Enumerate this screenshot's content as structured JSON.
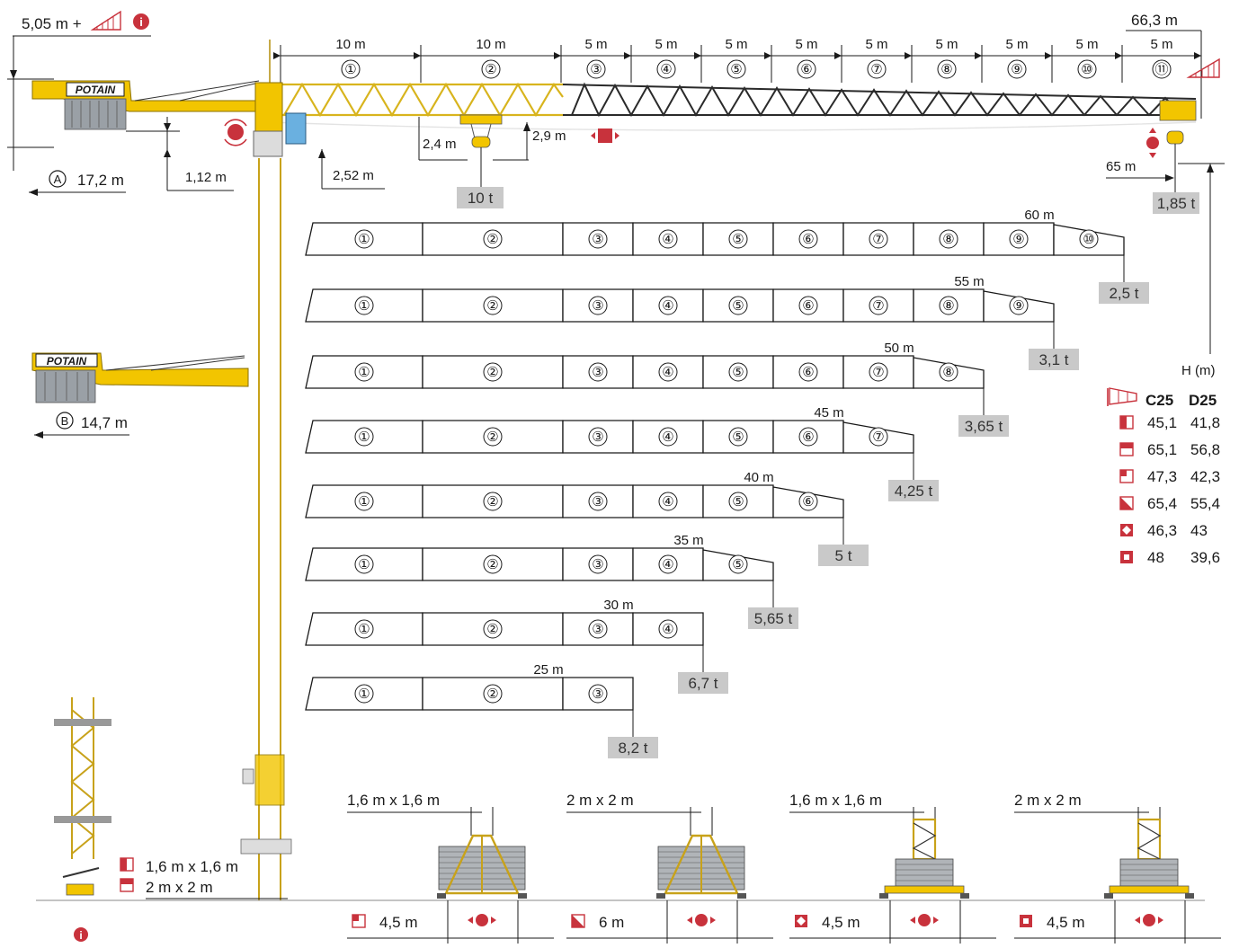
{
  "top": {
    "counter_height": "5,05 m +",
    "tip_height": "66,3 m",
    "jib_segments": [
      {
        "len": "10 m",
        "num": "①"
      },
      {
        "len": "10 m",
        "num": "②"
      },
      {
        "len": "5 m",
        "num": "③"
      },
      {
        "len": "5 m",
        "num": "④"
      },
      {
        "len": "5 m",
        "num": "⑤"
      },
      {
        "len": "5 m",
        "num": "⑥"
      },
      {
        "len": "5 m",
        "num": "⑦"
      },
      {
        "len": "5 m",
        "num": "⑧"
      },
      {
        "len": "5 m",
        "num": "⑨"
      },
      {
        "len": "5 m",
        "num": "⑩"
      },
      {
        "len": "5 m",
        "num": "⑪"
      }
    ],
    "brand": "POTAIN",
    "dim_a": "A",
    "dim_a_value": "17,2 m",
    "dim_112": "1,12 m",
    "dim_252": "2,52 m",
    "dim_24": "2,4 m",
    "dim_29": "2,9 m",
    "max_load": "10 t",
    "reach_65": "65 m",
    "tip_load": "1,85 t",
    "dim_b": "B",
    "dim_b_value": "14,7 m",
    "h_label": "H (m)"
  },
  "configs": [
    {
      "label": "60 m",
      "load": "2,5 t",
      "nums": [
        "①",
        "②",
        "③",
        "④",
        "⑤",
        "⑥",
        "⑦",
        "⑧",
        "⑨",
        "⑩"
      ]
    },
    {
      "label": "55 m",
      "load": "3,1 t",
      "nums": [
        "①",
        "②",
        "③",
        "④",
        "⑤",
        "⑥",
        "⑦",
        "⑧",
        "⑨"
      ]
    },
    {
      "label": "50 m",
      "load": "3,65 t",
      "nums": [
        "①",
        "②",
        "③",
        "④",
        "⑤",
        "⑥",
        "⑦",
        "⑧"
      ]
    },
    {
      "label": "45 m",
      "load": "4,25 t",
      "nums": [
        "①",
        "②",
        "③",
        "④",
        "⑤",
        "⑥",
        "⑦"
      ]
    },
    {
      "label": "40 m",
      "load": "5 t",
      "nums": [
        "①",
        "②",
        "③",
        "④",
        "⑤",
        "⑥"
      ]
    },
    {
      "label": "35 m",
      "load": "5,65 t",
      "nums": [
        "①",
        "②",
        "③",
        "④",
        "⑤"
      ]
    },
    {
      "label": "30 m",
      "load": "6,7 t",
      "nums": [
        "①",
        "②",
        "③",
        "④"
      ]
    },
    {
      "label": "25 m",
      "load": "8,2 t",
      "nums": [
        "①",
        "②",
        "③"
      ]
    }
  ],
  "height_table": {
    "col1": "C25",
    "col2": "D25",
    "rows": [
      {
        "c": "45,1",
        "d": "41,8"
      },
      {
        "c": "65,1",
        "d": "56,8"
      },
      {
        "c": "47,3",
        "d": "42,3"
      },
      {
        "c": "65,4",
        "d": "55,4"
      },
      {
        "c": "46,3",
        "d": "43"
      },
      {
        "c": "48",
        "d": "39,6"
      }
    ]
  },
  "mast_sections": {
    "a": "1,6 m x 1,6 m",
    "b": "2 m x 2 m"
  },
  "bases": [
    {
      "title": "1,6 m x 1,6 m",
      "dist": "4,5 m"
    },
    {
      "title": "2 m x 2 m",
      "dist": "6 m"
    },
    {
      "title": "1,6 m x 1,6 m",
      "dist": "4,5 m"
    },
    {
      "title": "2 m x 2 m",
      "dist": "4,5 m"
    }
  ],
  "colors": {
    "accent_red": "#c8323c",
    "crane_yellow": "#f2c500",
    "load_box": "#c9c9c9"
  },
  "icons": [
    "info-icon",
    "wind-icon",
    "slewing-icon",
    "trolley-icon",
    "hoist-icon",
    "travel-icon"
  ]
}
